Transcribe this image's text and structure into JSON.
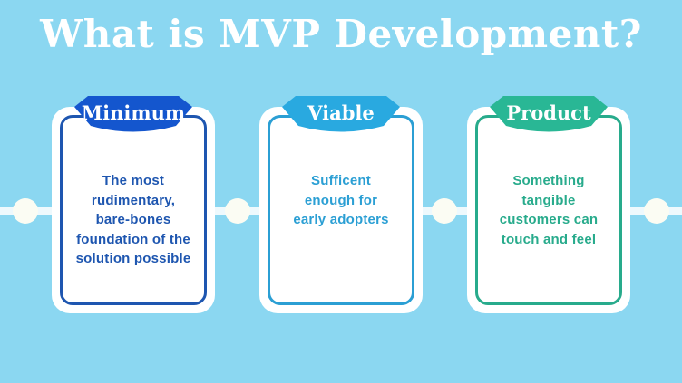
{
  "title": "What is MVP Development?",
  "colors": {
    "background": "#8BD7F1",
    "title_text": "#FFFFFF",
    "timeline_line": "rgba(255,255,255,0.85)",
    "timeline_node": "#FBFCF3"
  },
  "cards": [
    {
      "label": "Minimum",
      "banner_color": "#1456CE",
      "accent_color": "#1E56B0",
      "description": "The most\nrudimentary,\nbare-bones\nfoundation of the\nsolution possible"
    },
    {
      "label": "Viable",
      "banner_color": "#29A9E0",
      "accent_color": "#2B9FD4",
      "description": "Sufficent\nenough for\nearly adopters"
    },
    {
      "label": "Product",
      "banner_color": "#29B795",
      "accent_color": "#28AB8C",
      "description": "Something\ntangible\ncustomers can\ntouch and feel"
    }
  ]
}
